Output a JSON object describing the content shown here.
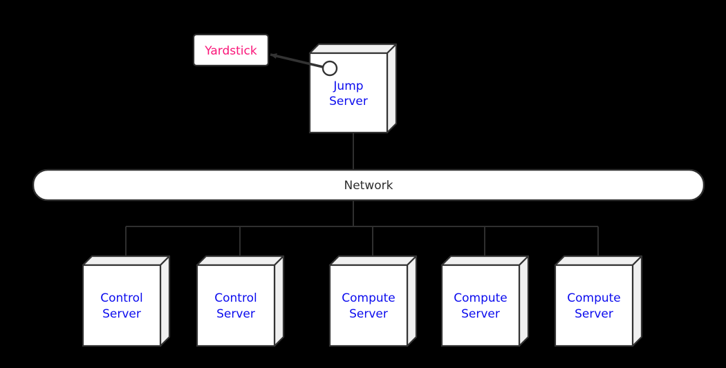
{
  "colors": {
    "background": "#000000",
    "node_fill": "#ffffff",
    "node_face_fill": "#f0f0f0",
    "border": "#333333",
    "link": "#2f2f2f",
    "yardstick_text": "#fa1478",
    "server_label_text": "#0b0bee",
    "network_text": "#2d2d2d"
  },
  "icons": {
    "port": "port-circle",
    "arrow": "arrow-to-yardstick"
  },
  "nodes": {
    "yardstick": {
      "label": "Yardstick"
    },
    "jump_server": {
      "line1": "Jump",
      "line2": "Server"
    },
    "network": {
      "label": "Network"
    },
    "servers": [
      {
        "line1": "Control",
        "line2": "Server"
      },
      {
        "line1": "Control",
        "line2": "Server"
      },
      {
        "line1": "Compute",
        "line2": "Server"
      },
      {
        "line1": "Compute",
        "line2": "Server"
      },
      {
        "line1": "Compute",
        "line2": "Server"
      }
    ]
  }
}
